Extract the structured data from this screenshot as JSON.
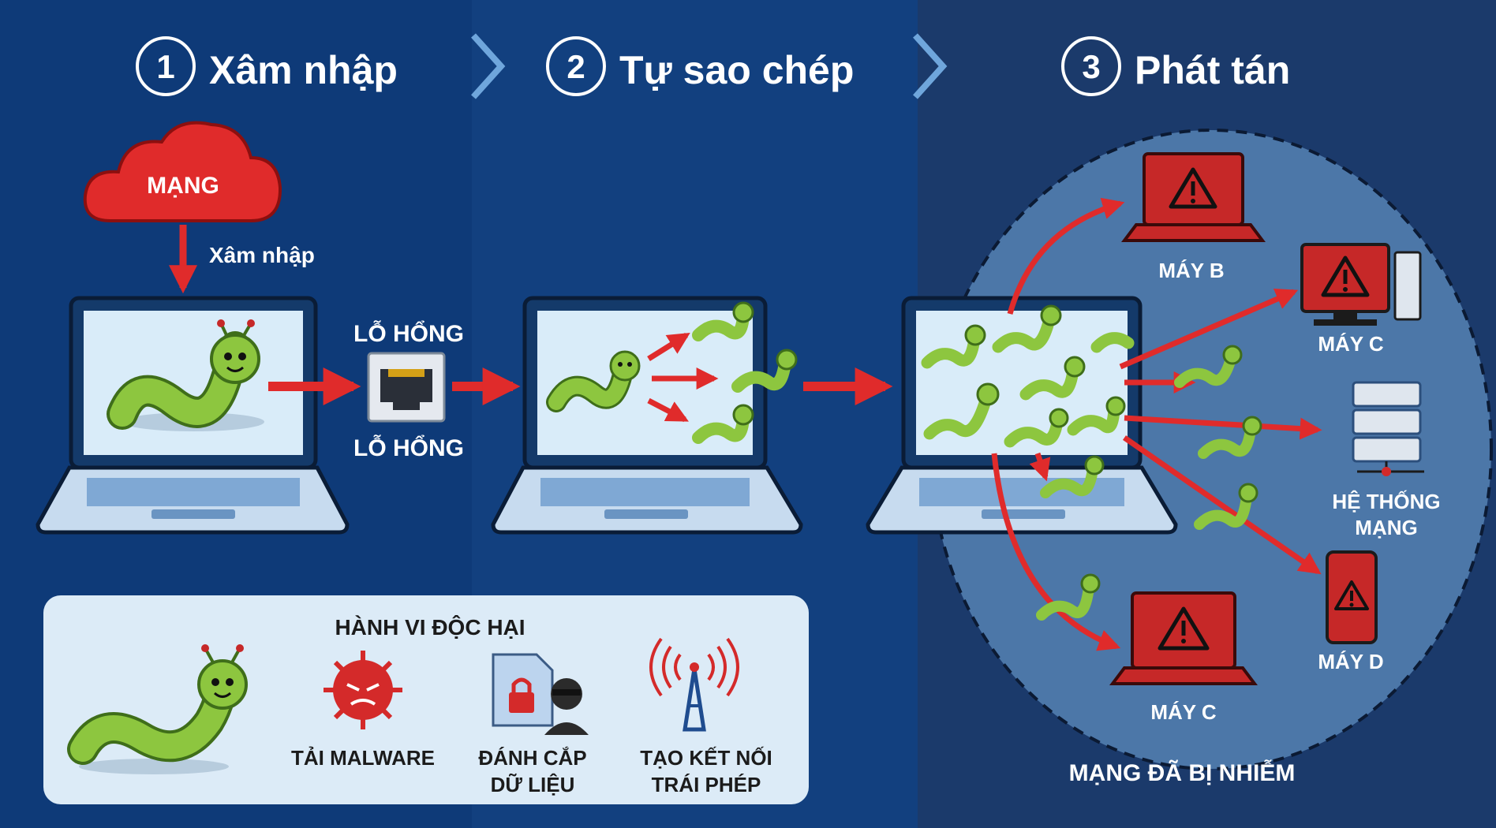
{
  "steps": [
    {
      "number": "1",
      "title": "Xâm nhập"
    },
    {
      "number": "2",
      "title": "Tự sao chép"
    },
    {
      "number": "3",
      "title": "Phát tán"
    }
  ],
  "step1": {
    "cloud_label": "MẠNG",
    "entry_label": "Xâm nhập",
    "vuln_label_top": "LỖ HỔNG",
    "vuln_label_bottom": "LỖ HỔNG"
  },
  "targets": {
    "machine_b": "MÁY B",
    "machine_c_desktop": "MÁY C",
    "network_system_line1": "HỆ THỐNG",
    "network_system_line2": "MẠNG",
    "machine_d": "MÁY D",
    "machine_c_laptop": "MÁY C"
  },
  "infected_network_label": "MẠNG ĐÃ BỊ NHIỄM",
  "malicious_box": {
    "title": "HÀNH VI ĐỘC HẠI",
    "items": [
      {
        "line1": "TẢI MALWARE",
        "line2": "",
        "icon": "virus-icon"
      },
      {
        "line1": "ĐÁNH CẮP",
        "line2": "DỮ LIỆU",
        "icon": "data-theft-icon"
      },
      {
        "line1": "TẠO KẾT NỐI",
        "line2": "TRÁI PHÉP",
        "icon": "signal-tower-icon"
      }
    ]
  },
  "colors": {
    "panel_1": "#0e3a78",
    "panel_2": "#12407f",
    "panel_3": "#1b3a6b",
    "infected_zone": "#4c77a8",
    "arrow_red": "#e02b2b",
    "worm_green": "#8dc63f",
    "screen_light": "#d9ecf9"
  }
}
